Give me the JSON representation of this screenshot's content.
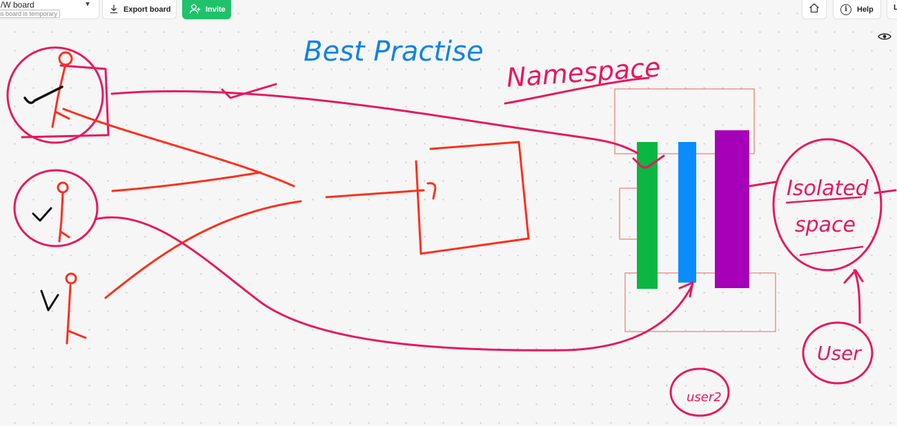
{
  "board": {
    "name": "/W board",
    "temporary_note": "is board is temporary"
  },
  "toolbar": {
    "export_label": "Export board",
    "invite_label": "Invite",
    "help_label": "Help",
    "truncated_label": "L"
  },
  "icons": {
    "chevron": "chevron-down-icon",
    "export": "download-icon",
    "invite": "add-user-icon",
    "home": "home-icon",
    "help": "info-icon",
    "view": "eye-icon"
  },
  "colors": {
    "ink_pink": "#e8175d",
    "ink_red": "#ff2e1a",
    "ink_blue": "#1183e6",
    "ink_black": "#111111",
    "bar_green": "#0bb643",
    "bar_blue": "#0a8cff",
    "bar_purple": "#a600b8",
    "box_salmon": "#f08070",
    "invite_green": "#1fc26b"
  },
  "canvas_text": {
    "title": "Best Practise",
    "namespace": "Namespace",
    "isolated": "Isolated",
    "space": "space",
    "user1": "User",
    "user2": "user2"
  }
}
